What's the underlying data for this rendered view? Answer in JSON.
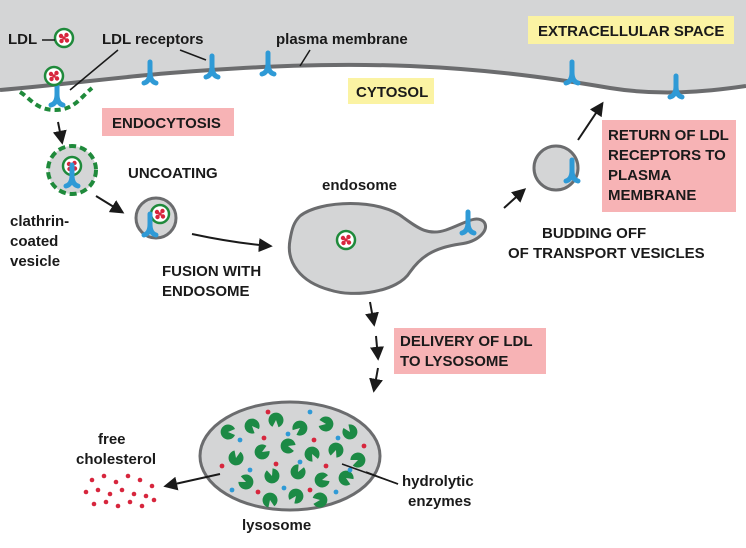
{
  "colors": {
    "extracellular_bg": "#ffffff",
    "cytosol_bg": "#d4d5d6",
    "membrane_stroke": "#6b6c6e",
    "receptor": "#2f9ad6",
    "clathrin": "#1f8a3b",
    "ldl_core": "#d7263d",
    "enzyme": "#1c8a45",
    "yellow_box": "#fbf3a3",
    "pink_box": "#f7b3b5"
  },
  "regions": {
    "extracellular": "EXTRACELLULAR SPACE",
    "cytosol": "CYTOSOL"
  },
  "labels": {
    "ldl": "LDL",
    "ldl_receptors": "LDL receptors",
    "plasma_membrane": "plasma membrane",
    "clathrin_line1": "clathrin-",
    "clathrin_line2": "coated",
    "clathrin_line3": "vesicle",
    "endosome": "endosome",
    "lysosome": "lysosome",
    "free_cholesterol_line1": "free",
    "free_cholesterol_line2": "cholesterol",
    "hydrolytic_line1": "hydrolytic",
    "hydrolytic_line2": "enzymes"
  },
  "steps": {
    "endocytosis": "ENDOCYTOSIS",
    "uncoating": "UNCOATING",
    "fusion_line1": "FUSION WITH",
    "fusion_line2": "ENDOSOME",
    "delivery_line1": "DELIVERY OF LDL",
    "delivery_line2": "TO LYSOSOME",
    "budding_line1": "BUDDING OFF",
    "budding_line2": "OF TRANSPORT VESICLES",
    "return_line1": "RETURN OF LDL",
    "return_line2": "RECEPTORS TO",
    "return_line3": "PLASMA",
    "return_line4": "MEMBRANE"
  }
}
